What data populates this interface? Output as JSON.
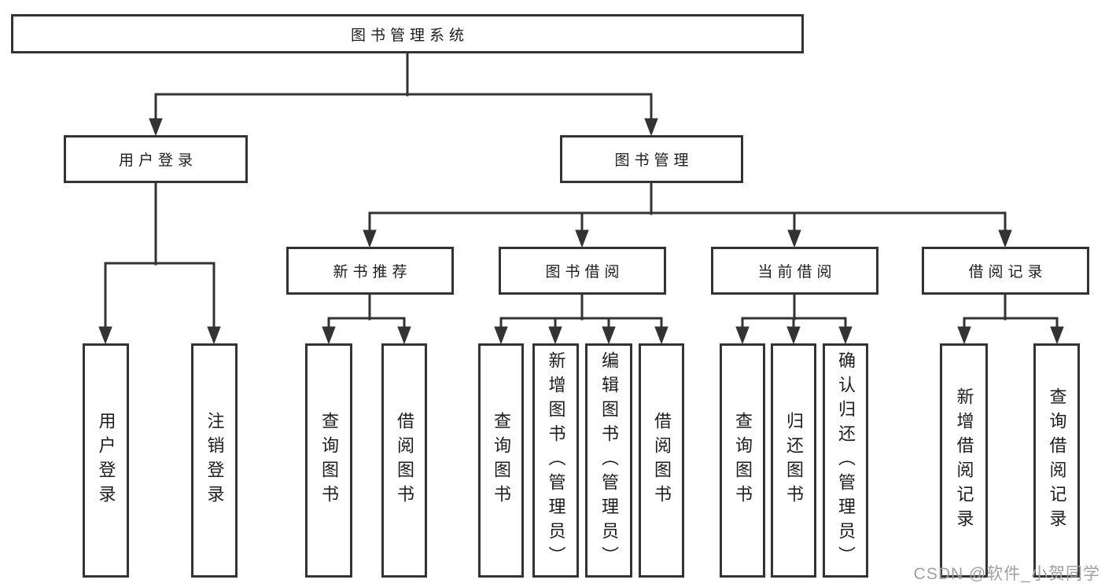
{
  "diagram": {
    "root": {
      "label": "图书管理系统"
    },
    "level2": [
      {
        "label": "用户登录"
      },
      {
        "label": "图书管理"
      }
    ],
    "level3": [
      {
        "label": "新书推荐"
      },
      {
        "label": "图书借阅"
      },
      {
        "label": "当前借阅"
      },
      {
        "label": "借阅记录"
      }
    ],
    "leaves": [
      {
        "label": "用户登录"
      },
      {
        "label": "注销登录"
      },
      {
        "label": "查询图书"
      },
      {
        "label": "借阅图书"
      },
      {
        "label": "查询图书"
      },
      {
        "label": "新增图书（管理员）"
      },
      {
        "label": "编辑图书（管理员）"
      },
      {
        "label": "借阅图书"
      },
      {
        "label": "查询图书"
      },
      {
        "label": "归还图书"
      },
      {
        "label": "确认归还（管理员）"
      },
      {
        "label": "新增借阅记录"
      },
      {
        "label": "查询借阅记录"
      }
    ]
  },
  "watermark": {
    "text": "CSDN @软件_小贺同学"
  },
  "colors": {
    "line": "#333333",
    "text": "#1d1d1d",
    "background": "#ffffff",
    "watermark": "#a0a0a0"
  }
}
